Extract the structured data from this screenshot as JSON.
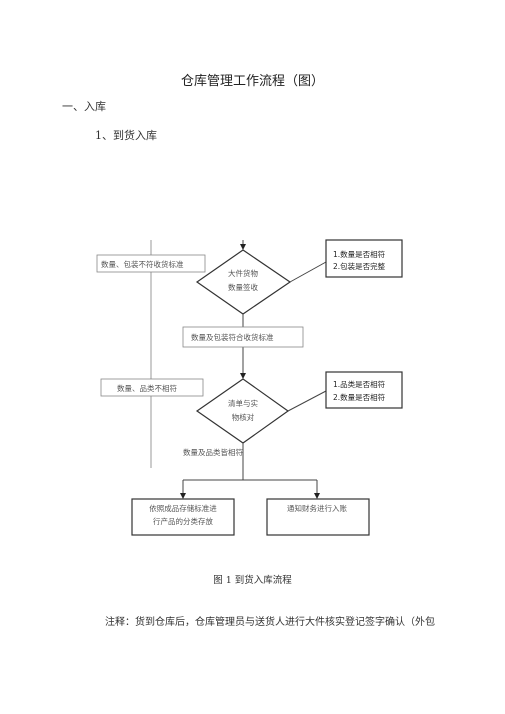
{
  "document": {
    "title": "仓库管理工作流程（图）",
    "section": "一、入库",
    "subsection": "1、到货入库",
    "caption": "图 1 到货入库流程",
    "note": "注释：货到仓库后，仓库管理员与送货人进行大件核实登记签字确认（外包"
  },
  "flowchart": {
    "left_top_box": "数量、包装不符收货标准",
    "diamond1": [
      "大件货物",
      "数量签收"
    ],
    "right_top_box": [
      "1.数量是否相符",
      "2.包装是否完整"
    ],
    "middle_box": "数量及包装符合收货标准",
    "left_bottom_box": "数量、品类不相符",
    "diamond2": [
      "清单与实",
      "物核对"
    ],
    "right_bottom_box": [
      "1.品类是否相符",
      "2.数量是否相符"
    ],
    "match_label": "数量及品类皆相符",
    "bottom_left_box": [
      "依照成品存储标准进",
      "行产品的分类存放"
    ],
    "bottom_right_box": "通知财务进行入账"
  }
}
